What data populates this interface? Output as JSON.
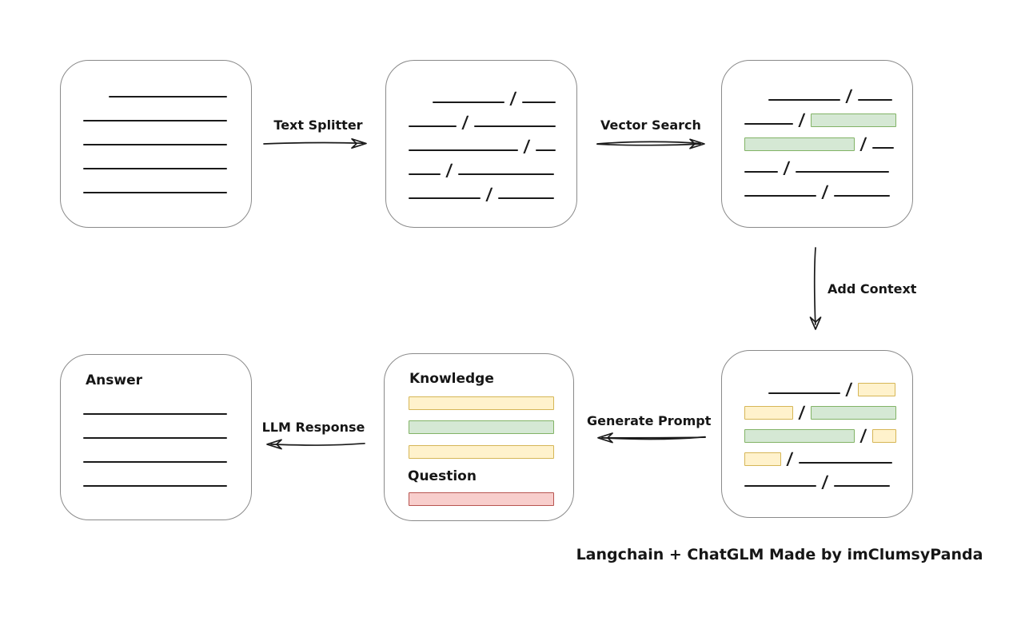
{
  "caption": "Langchain + ChatGLM Made by imClumsyPanda",
  "arrows": {
    "text_splitter": {
      "label": "Text Splitter",
      "direction": "right"
    },
    "vector_search": {
      "label": "Vector Search",
      "direction": "right"
    },
    "add_context": {
      "label": "Add Context",
      "direction": "down"
    },
    "generate_prompt": {
      "label": "Generate Prompt",
      "direction": "left"
    },
    "llm_response": {
      "label": "LLM Response",
      "direction": "left"
    }
  },
  "boxes": {
    "prompt": {
      "knowledge_label": "Knowledge",
      "question_label": "Question"
    },
    "answer": {
      "label": "Answer"
    }
  },
  "glyphs": {
    "slash": "/"
  },
  "colors": {
    "green_fill": "#d5e8d4",
    "green_border": "#82b366",
    "yellow_fill": "#fff2cc",
    "yellow_border": "#d6b656",
    "red_fill": "#f8cecc",
    "red_border": "#b85450",
    "box_border": "#8a8a8a",
    "ink": "#1a1a1a",
    "background": "#ffffff"
  },
  "segment_rows": {
    "document": [
      [
        {
          "t": "line",
          "w": 148,
          "indent": 32
        }
      ],
      [
        {
          "t": "line",
          "w": 180
        }
      ],
      [
        {
          "t": "line",
          "w": 180
        }
      ],
      [
        {
          "t": "line",
          "w": 180
        }
      ],
      [
        {
          "t": "line",
          "w": 180
        }
      ]
    ],
    "split_text": [
      [
        {
          "t": "line",
          "w": 90,
          "indent": 30
        },
        {
          "t": "slash"
        },
        {
          "t": "line",
          "w": 42
        }
      ],
      [
        {
          "t": "line",
          "w": 60
        },
        {
          "t": "slash"
        },
        {
          "t": "line",
          "w": 102
        }
      ],
      [
        {
          "t": "line",
          "w": 137
        },
        {
          "t": "slash"
        },
        {
          "t": "line",
          "w": 25
        }
      ],
      [
        {
          "t": "line",
          "w": 40
        },
        {
          "t": "slash"
        },
        {
          "t": "line",
          "w": 120
        }
      ],
      [
        {
          "t": "line",
          "w": 90
        },
        {
          "t": "slash"
        },
        {
          "t": "line",
          "w": 70
        }
      ]
    ],
    "vector_matches": [
      [
        {
          "t": "line",
          "w": 90,
          "indent": 30
        },
        {
          "t": "slash"
        },
        {
          "t": "line",
          "w": 43
        }
      ],
      [
        {
          "t": "line",
          "w": 61
        },
        {
          "t": "slash"
        },
        {
          "t": "green",
          "w": 107
        }
      ],
      [
        {
          "t": "green",
          "w": 138
        },
        {
          "t": "slash"
        },
        {
          "t": "line",
          "w": 27
        }
      ],
      [
        {
          "t": "line",
          "w": 42
        },
        {
          "t": "slash"
        },
        {
          "t": "line",
          "w": 117
        }
      ],
      [
        {
          "t": "line",
          "w": 90
        },
        {
          "t": "slash"
        },
        {
          "t": "line",
          "w": 70
        }
      ]
    ],
    "context_selection": [
      [
        {
          "t": "line",
          "w": 90,
          "indent": 30
        },
        {
          "t": "slash"
        },
        {
          "t": "yellow",
          "w": 47
        }
      ],
      [
        {
          "t": "yellow",
          "w": 61
        },
        {
          "t": "slash"
        },
        {
          "t": "green",
          "w": 107
        }
      ],
      [
        {
          "t": "green",
          "w": 138
        },
        {
          "t": "slash"
        },
        {
          "t": "yellow",
          "w": 30
        }
      ],
      [
        {
          "t": "yellow",
          "w": 46
        },
        {
          "t": "slash"
        },
        {
          "t": "line",
          "w": 117
        }
      ],
      [
        {
          "t": "line",
          "w": 90
        },
        {
          "t": "slash"
        },
        {
          "t": "line",
          "w": 70
        }
      ]
    ],
    "answer_lines": [
      [
        {
          "t": "line",
          "w": 180
        }
      ],
      [
        {
          "t": "line",
          "w": 180
        }
      ],
      [
        {
          "t": "line",
          "w": 180
        }
      ],
      [
        {
          "t": "line",
          "w": 180
        }
      ]
    ]
  }
}
